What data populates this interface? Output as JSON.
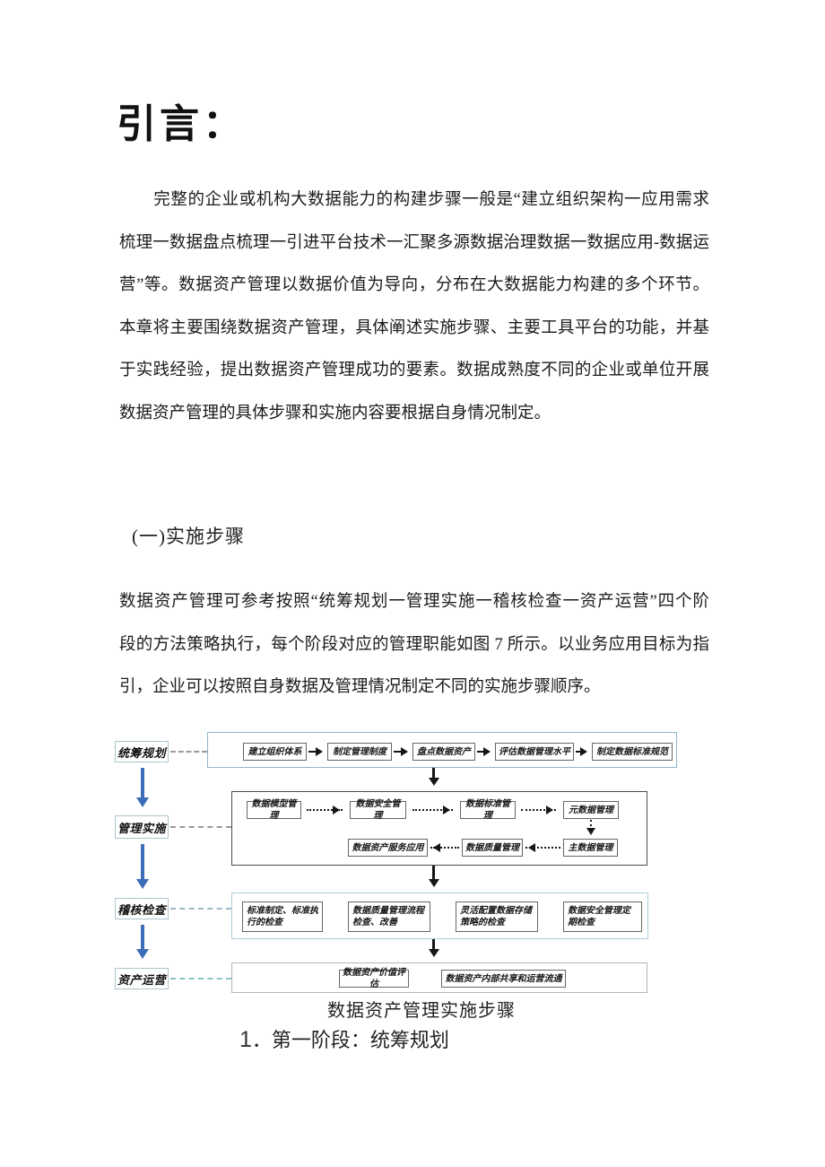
{
  "document": {
    "title": "引言：",
    "intro_paragraph_lines": [
      "　　完整的企业或机构大数据能力的构建步骤一般是“建立组织架构一应用需求",
      "梳理一数据盘点梳理一引进平台技术一汇聚多源数据治理数据一数据应用-数据运",
      "营”等。数据资产管理以数据价值为导向，分布在大数据能力构建的多个环节。",
      "本章将主要围绕数据资产管理，具体阐述实施步骤、主要工具平台的功能，并基",
      "于实践经验，提出数据资产管理成功的要素。数据成熟度不同的企业或单位开展",
      "数据资产管理的具体步骤和实施内容要根据自身情况制定。"
    ],
    "section_heading": "(一)实施步骤",
    "steps_paragraph_lines": [
      "数据资产管理可参考按照“统筹规划一管理实施一稽核检查一资产运营”四个阶",
      "段的方法策略执行，每个阶段对应的管理职能如图 7 所示。以业务应用目标为指",
      "引，企业可以按照自身数据及管理情况制定不同的实施步骤顺序。"
    ],
    "figure_caption": "数据资产管理实施步骤",
    "stage_heading_number": "1",
    "stage_heading_rest": "．第一阶段：统筹规划"
  },
  "flowchart": {
    "stage_labels": [
      "统筹规划",
      "管理实施",
      "稽核检查",
      "资产运营"
    ],
    "planning_boxes": [
      "建立组织体系",
      "制定管理制度",
      "盘点数据资产",
      "评估数据管理水平",
      "制定数据标准规范"
    ],
    "implementation_top_boxes": [
      "数据模型管理",
      "数据安全管理",
      "数据标准管理",
      "元数据管理"
    ],
    "implementation_bottom_boxes": [
      "数据资产服务应用",
      "数据质量管理",
      "主数据管理"
    ],
    "audit_boxes": [
      "标准制定、标准执行的检查",
      "数据质量管理流程检查、改善",
      "灵活配置数据存储策略的检查",
      "数据安全管理定期检查"
    ],
    "operation_boxes": [
      "数据资产价值评估",
      "数据资产内部共享和运营流通"
    ],
    "colors": {
      "stage_arrow_blue": "#3e6db8",
      "planning_container_border": "#8fb6cf",
      "implementation_container_border": "#4d4d4d",
      "audit_container_border": "#aacfdc",
      "operation_container_border": "#b5b5b5"
    }
  }
}
